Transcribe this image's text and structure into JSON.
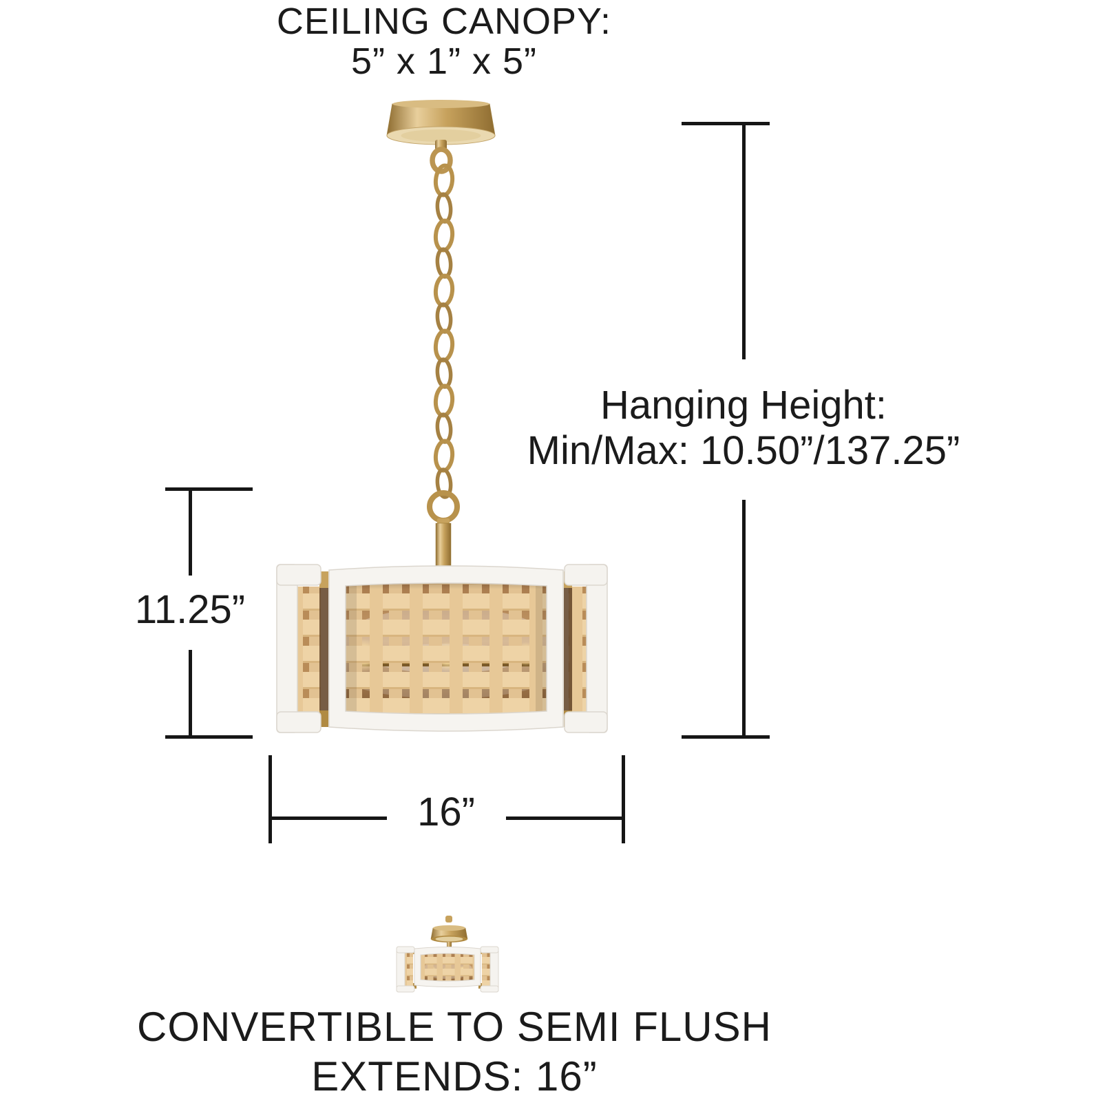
{
  "header": {
    "line1": "CEILING CANOPY:",
    "line2": "5” x 1” x 5”"
  },
  "dimensions": {
    "hanging_height_line1": "Hanging Height:",
    "hanging_height_line2": "Min/Max: 10.50”/137.25”",
    "fixture_height": "11.25”",
    "fixture_width": "16”"
  },
  "footer": {
    "line1": "CONVERTIBLE TO SEMI FLUSH",
    "line2": "EXTENDS: 16”"
  },
  "illustrations": {
    "pendant": "chain-hung pendant with brass canopy and white-framed woven rattan drum shade",
    "semi_flush": "semi flush mount version of same drum fixture"
  },
  "colors": {
    "background": "#ffffff",
    "dimension_line": "#161616",
    "text": "#1b1b1b",
    "brass": "#c7a25d",
    "brass_dark": "#8f6d31",
    "white_frame": "#f6f4f0",
    "rattan_light": "#eed3a6",
    "rattan_mid": "#e2c292",
    "interior": "#7c5530"
  }
}
